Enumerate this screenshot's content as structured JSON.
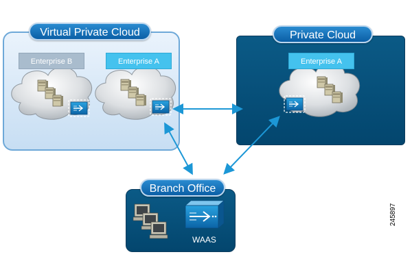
{
  "virtual_private_cloud": {
    "title": "Virtual Private Cloud",
    "tenants": [
      "Enterprise B",
      "Enterprise A"
    ]
  },
  "private_cloud": {
    "title": "Private Cloud",
    "tenant": "Enterprise A"
  },
  "branch_office": {
    "title": "Branch Office",
    "device_label": "WAAS"
  },
  "figure_number": "245897",
  "colors": {
    "panel_dark": "#04507c",
    "panel_light": "#d6e7f6",
    "accent": "#1c97d6",
    "enterprise_a": "#44c2ee",
    "enterprise_b": "#a9bccd"
  },
  "icons": [
    "cloud-icon",
    "server-icon",
    "waas-device-icon",
    "computer-icon",
    "bidirectional-arrow-icon"
  ]
}
